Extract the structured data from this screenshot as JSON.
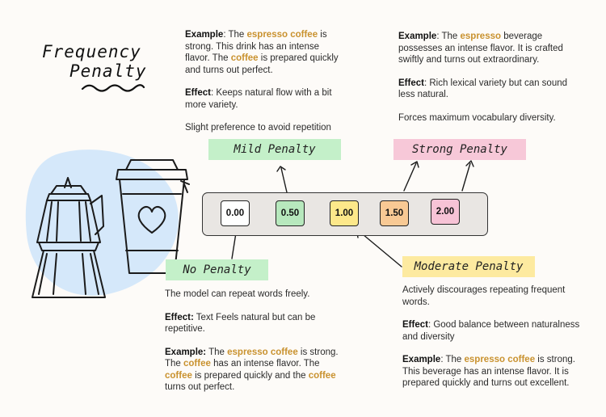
{
  "title": {
    "line1": "Frequency",
    "line2": "Penalty"
  },
  "labels": {
    "mild": "Mild Penalty",
    "strong": "Strong Penalty",
    "none": "No Penalty",
    "moderate": "Moderate Penalty"
  },
  "scale": {
    "values": [
      "0.00",
      "0.50",
      "1.00",
      "1.50",
      "2.00"
    ],
    "colors": [
      "#ffffff",
      "#b7e8bd",
      "#fde88a",
      "#f8c994",
      "#f7c3d6"
    ]
  },
  "label_colors": {
    "mild": "#c4f0c9",
    "strong": "#f7c8d8",
    "none": "#c4f0c9",
    "moderate": "#fdeaa0"
  },
  "mild": {
    "ex_label": "Example",
    "ex_t1": ": The ",
    "ex_h1": "espresso coffee",
    "ex_t2": " is strong. This drink has an intense flavor. The ",
    "ex_h2": "coffee",
    "ex_t3": " is prepared quickly and turns out perfect.",
    "effect_label": "Effect",
    "effect_text": ": Keeps natural flow with a bit more variety.",
    "summary": "Slight preference to avoid repetition"
  },
  "strong": {
    "ex_label": "Example",
    "ex_t1": ": The ",
    "ex_h1": "espresso",
    "ex_t2": " beverage possesses an intense flavor. It is crafted swiftly and turns out extraordinary.",
    "effect_label": "Effect",
    "effect_text": ": Rich lexical variety but can sound less natural.",
    "summary": "Forces maximum vocabulary diversity."
  },
  "none": {
    "summary": "The model can repeat words freely.",
    "effect_label": "Effect:",
    "effect_text": " Text Feels natural but can be repetitive.",
    "ex_label": "Example:",
    "ex_t1": " The ",
    "ex_h1": "espresso coffee",
    "ex_t2": " is strong. The ",
    "ex_h2": "coffee",
    "ex_t3": " has an intense flavor. The ",
    "ex_h3": "coffee",
    "ex_t4": " is prepared quickly and the ",
    "ex_h4": "coffee",
    "ex_t5": " turns out perfect."
  },
  "moderate": {
    "summary": "Actively  discourages repeating frequent words.",
    "effect_label": "Effect",
    "effect_text": ": Good balance between naturalness and diversity",
    "ex_label": "Example",
    "ex_t1": ": The ",
    "ex_h1": "espresso coffee",
    "ex_t2": " is strong. This beverage has an intense flavor. It is prepared quickly and turns out excellent."
  }
}
